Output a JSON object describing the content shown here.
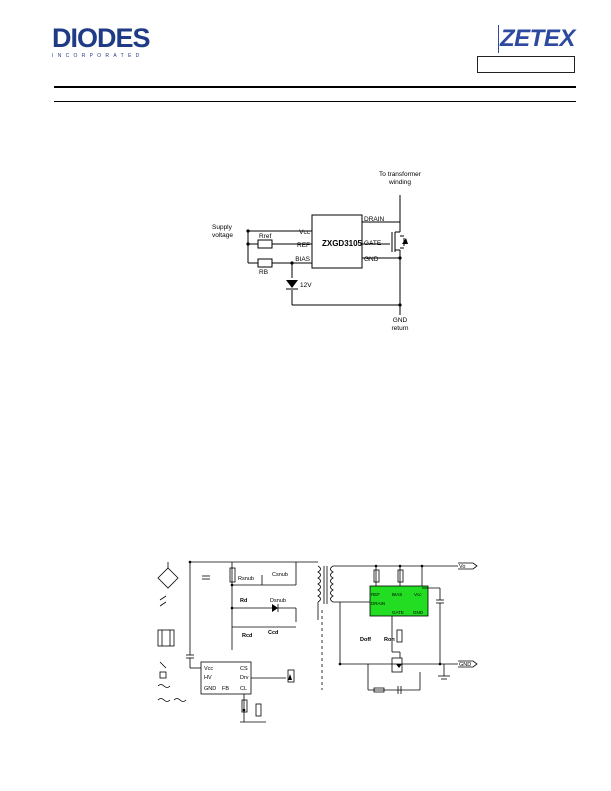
{
  "header": {
    "diodes_logo": "DIODES",
    "diodes_sub": "INCORPORATED",
    "zetex_logo": "ZETEX"
  },
  "figure1": {
    "ic_name": "ZXGD3105",
    "pins": {
      "vcc": "Vcc",
      "ref": "REF",
      "bias": "BIAS",
      "drain": "DRAIN",
      "gate": "GATE",
      "gnd": "GND"
    },
    "supply_label": [
      "Supply",
      "voltage"
    ],
    "rref_label": "Rref",
    "rb_label": "RB",
    "zener_label": "12V",
    "transformer_label": [
      "To transformer",
      "winding"
    ],
    "gnd_return_label": [
      "GND",
      "return"
    ]
  },
  "figure2": {
    "labels": {
      "vo": "Vo",
      "gnd_out": "GND",
      "rsnub": "Rsnub",
      "csnub": "Csnub",
      "rd": "Rd",
      "dsnub": "Dsnub",
      "rcd": "Rcd",
      "ccd": "Ccd",
      "doff": "Doff",
      "ron": "Ron",
      "ic_ref": "REF",
      "ic_bias": "BIAS",
      "ic_vcc": "Vcc",
      "ic_drain": "DRAIN",
      "ic_gate": "GATE",
      "ic_gnd": "GND",
      "ctrl_vcc": "Vcc",
      "ctrl_hv": "HV",
      "ctrl_gnd": "GND",
      "ctrl_fb": "FB",
      "ctrl_cs": "CS",
      "ctrl_dr": "Drv",
      "ctrl_cl": "CL"
    },
    "ic_fill": "#22dd22"
  }
}
